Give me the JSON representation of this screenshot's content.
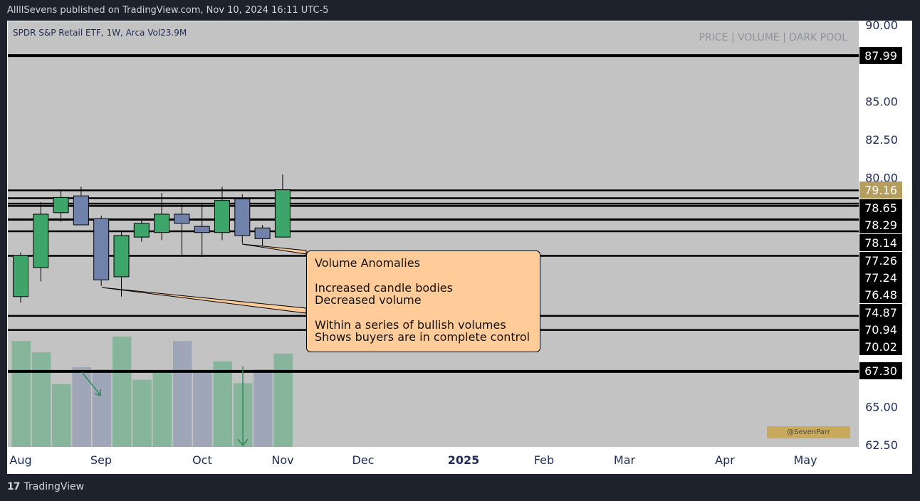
{
  "header": {
    "published_line": "AllllSevens published on TradingView.com, Nov 10, 2024 16:11 UTC-5"
  },
  "footer": {
    "brand": "TradingView",
    "brand_mark": "17"
  },
  "chart_data": {
    "type": "candlestick",
    "title": "SPDR S&P Retail ETF, 1W, Arca",
    "volume_label": "Vol23.9M",
    "pane_tag": "PRICE | VOLUME | DARK POOL",
    "watermark": "@SevenParr",
    "x_ticks": [
      "Aug",
      "Sep",
      "Oct",
      "Nov",
      "Dec",
      "2025",
      "Feb",
      "Mar",
      "Apr",
      "May"
    ],
    "y_ticks": [
      "90.00",
      "85.00",
      "82.50",
      "80.00",
      "65.00",
      "62.50"
    ],
    "ylim": [
      62.5,
      90.0
    ],
    "candles": [
      {
        "open": 72.2,
        "high": 74.0,
        "low": 71.8,
        "close": 74.9,
        "wick_high": 74.9
      },
      {
        "open": 74.1,
        "high": 78.2,
        "low": 73.2,
        "close": 77.6
      },
      {
        "open": 77.7,
        "high": 78.9,
        "low": 77.1,
        "close": 78.7
      },
      {
        "open": 78.8,
        "high": 79.2,
        "low": 76.9,
        "close": 76.9
      },
      {
        "open": 77.3,
        "high": 76.6,
        "low": 72.9,
        "close": 73.3,
        "hi2": 76.6
      },
      {
        "open": 73.5,
        "high": 76.3,
        "low": 72.2,
        "close": 76.2
      },
      {
        "open": 76.1,
        "high": 77.0,
        "low": 75.8,
        "close": 77.0
      },
      {
        "open": 76.4,
        "high": 78.8,
        "low": 75.9,
        "close": 77.6
      },
      {
        "open": 77.6,
        "high": 78.1,
        "low": 74.8,
        "close": 77.0
      },
      {
        "open": 76.8,
        "high": 78.1,
        "low": 74.8,
        "close": 76.4
      },
      {
        "open": 76.4,
        "high": 79.2,
        "low": 75.9,
        "close": 78.5
      },
      {
        "open": 78.6,
        "high": 78.7,
        "low": 75.7,
        "close": 76.2
      },
      {
        "open": 76.7,
        "high": 76.7,
        "low": 75.5,
        "close": 76.0
      },
      {
        "open": 76.1,
        "high": 80.0,
        "low": 76.1,
        "close": 79.2
      }
    ],
    "volumes": [
      0.93,
      0.83,
      0.55,
      0.7,
      0.68,
      0.97,
      0.59,
      0.65,
      0.93,
      0.67,
      0.75,
      0.56,
      0.68,
      0.82
    ],
    "volume_colors": [
      "green",
      "green",
      "green",
      "blue",
      "blue",
      "green",
      "green",
      "green",
      "blue",
      "blue",
      "green",
      "green",
      "blue",
      "green"
    ],
    "price_levels": [
      {
        "value": 87.99,
        "label": "87.99"
      },
      {
        "value": 79.16,
        "label": "79.16",
        "highlight": true
      },
      {
        "value": 78.65,
        "label": "78.65"
      },
      {
        "value": 78.29,
        "label": "78.29"
      },
      {
        "value": 78.14,
        "label": "78.14"
      },
      {
        "value": 77.26,
        "label": "77.26"
      },
      {
        "value": 77.24,
        "label": "77.24"
      },
      {
        "value": 76.48,
        "label": "76.48"
      },
      {
        "value": 74.87,
        "label": "74.87"
      },
      {
        "value": 70.94,
        "label": "70.94"
      },
      {
        "value": 70.02,
        "label": "70.02"
      },
      {
        "value": 67.3,
        "label": "67.30"
      }
    ],
    "colors": {
      "background": "#c3c3c3",
      "up": "#3da56a",
      "down": "#7082aa",
      "level_line": "#000000",
      "highlight_label": "#b59d5e"
    }
  },
  "callout": {
    "title": "Volume Anomalies",
    "line1": "Increased candle bodies",
    "line2": "Decreased volume",
    "line3": "Within a series of bullish volumes",
    "line4": "Shows buyers are in complete control"
  }
}
